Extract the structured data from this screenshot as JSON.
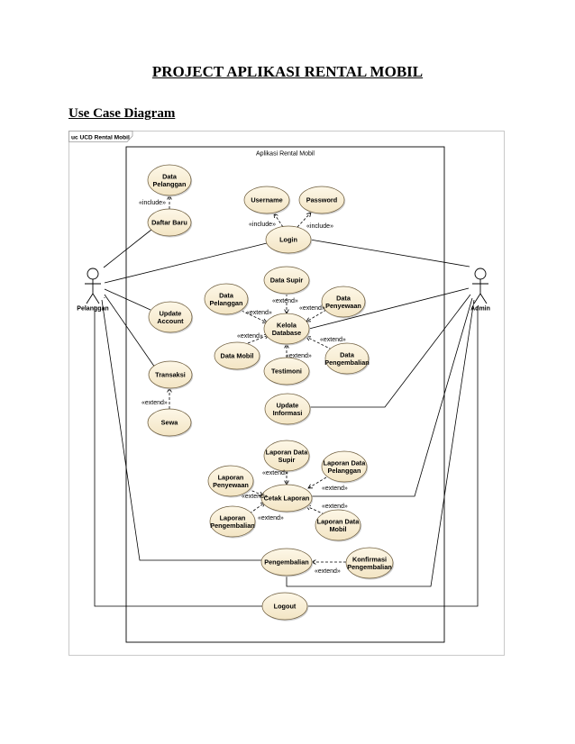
{
  "document": {
    "title": "PROJECT APLIKASI RENTAL MOBIL",
    "section": "Use Case Diagram"
  },
  "diagram": {
    "frame_label": "uc UCD Rental Mobil",
    "system_name": "Aplikasi Rental Mobil",
    "actors": {
      "pelanggan": "Pelanggan",
      "admin": "Admin"
    },
    "use_cases": {
      "data_pelanggan_1": [
        "Data",
        "Pelanggan"
      ],
      "daftar_baru": [
        "Daftar Baru"
      ],
      "username": [
        "Username"
      ],
      "password": [
        "Password"
      ],
      "login": [
        "Login"
      ],
      "data_supir": [
        "Data Supir"
      ],
      "data_pelanggan_2": [
        "Data",
        "Pelanggan"
      ],
      "data_penyewaan": [
        "Data",
        "Penyewaan"
      ],
      "kelola_database": [
        "Kelola",
        "Database"
      ],
      "update_account": [
        "Update",
        "Account"
      ],
      "data_mobil": [
        "Data Mobil"
      ],
      "testimoni": [
        "Testimoni"
      ],
      "data_pengembalian": [
        "Data",
        "Pengembalian"
      ],
      "transaksi": [
        "Transaksi"
      ],
      "update_informasi": [
        "Update",
        "Informasi"
      ],
      "sewa": [
        "Sewa"
      ],
      "laporan_data_supir": [
        "Laporan Data",
        "Supir"
      ],
      "laporan_data_pelanggan": [
        "Laporan Data",
        "Pelanggan"
      ],
      "laporan_penyewaan": [
        "Laporan",
        "Penyewaan"
      ],
      "cetak_laporan": [
        "Cetak Laporan"
      ],
      "laporan_pengembalian": [
        "Laporan",
        "Pengembalian"
      ],
      "laporan_data_mobil": [
        "Laporan Data",
        "Mobil"
      ],
      "pengembalian": [
        "Pengembalian"
      ],
      "konfirmasi_pengembalian": [
        "Konfirmasi",
        "Pengembalian"
      ],
      "logout": [
        "Logout"
      ]
    },
    "stereotypes": {
      "include": "«include»",
      "extend": "«extend»"
    }
  }
}
